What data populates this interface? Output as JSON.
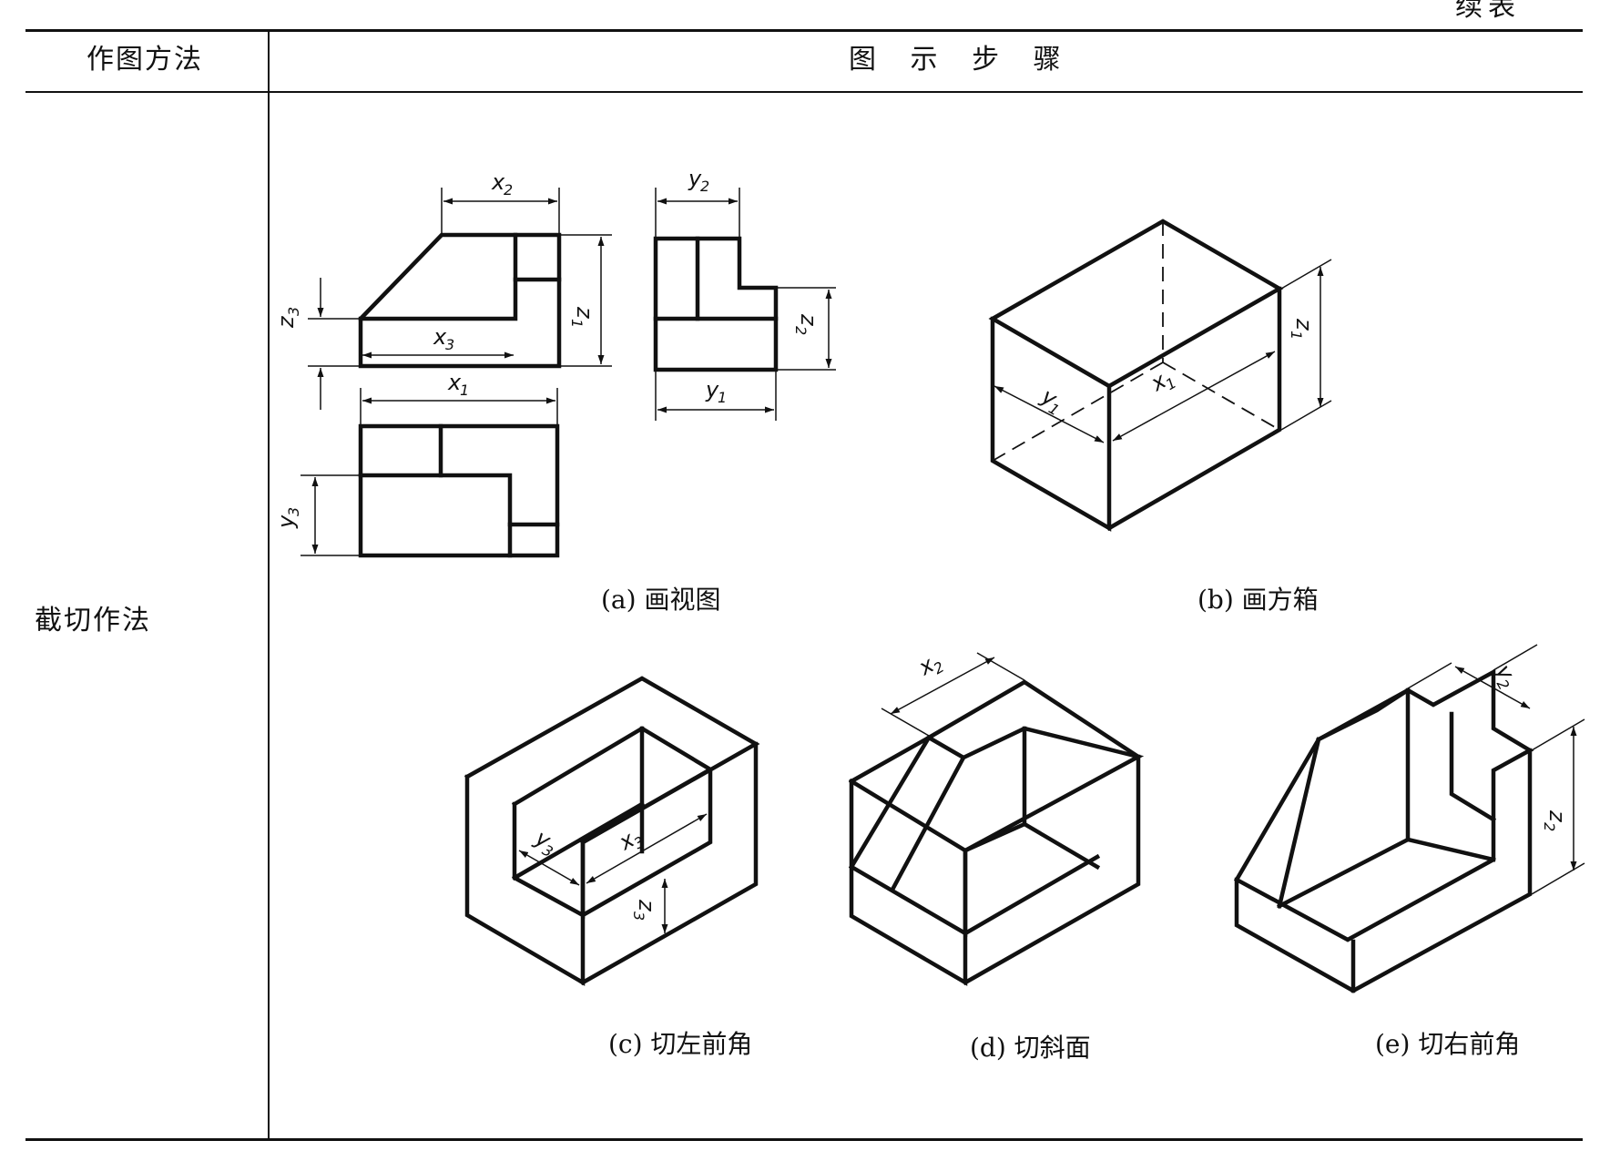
{
  "corner_text": "续表",
  "table": {
    "header": {
      "method": "作图方法",
      "steps": "图 示 步 骤"
    },
    "row": {
      "method": "截切作法"
    }
  },
  "captions": {
    "a": "(a) 画视图",
    "b": "(b) 画方箱",
    "c": "(c) 切左前角",
    "d": "(d) 切斜面",
    "e": "(e) 切右前角"
  },
  "dimensions": {
    "x": "x",
    "y": "y",
    "z": "z",
    "s1": "1",
    "s2": "2",
    "s3": "3"
  }
}
